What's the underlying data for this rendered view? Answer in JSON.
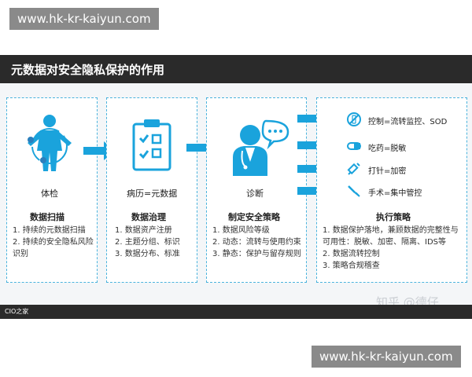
{
  "watermark": {
    "top": "www.hk-kr-kaiyun.com",
    "bottom": "www.hk-kr-kaiyun.com"
  },
  "banner": {
    "title": "元数据对安全隐私保护的作用"
  },
  "colors": {
    "accent": "#1aa3dc",
    "dashed_border": "#4bb3dd",
    "banner_bg": "#2a2a2a"
  },
  "stages": [
    {
      "icon": "person-body-icon",
      "label": "体检",
      "title": "数据扫描",
      "items": [
        "1. 持续的元数据扫描",
        "2. 持续的安全隐私风险",
        "    识别"
      ]
    },
    {
      "icon": "clipboard-checklist-icon",
      "label": "病历=元数据",
      "title": "数据治理",
      "items": [
        "1. 数据资产注册",
        "2. 主题分组、标识",
        "3. 数据分布、标准"
      ]
    },
    {
      "icon": "doctor-icon",
      "label": "诊断",
      "title": "制定安全策略",
      "items": [
        "1. 数据风险等级",
        "2. 动态：流转与使用约束",
        "3. 静态：保护与留存规则"
      ]
    },
    {
      "title": "执行策略",
      "items": [
        "1. 数据保护落地，兼顾数据的完整性与",
        "    可用性：脱敏、加密、隔离、IDS等",
        "2. 数据流转控制",
        "3. 策略合规稽查"
      ],
      "treatments": [
        {
          "icon": "no-symbol-icon",
          "label": "控制=流转监控、SOD"
        },
        {
          "icon": "pill-icon",
          "label": "吃药=脱敏"
        },
        {
          "icon": "syringe-icon",
          "label": "打针=加密"
        },
        {
          "icon": "scalpel-icon",
          "label": "手术=集中管控"
        }
      ]
    }
  ],
  "footer": {
    "logo": "CIO之家",
    "credit": "知乎 @德仔"
  }
}
